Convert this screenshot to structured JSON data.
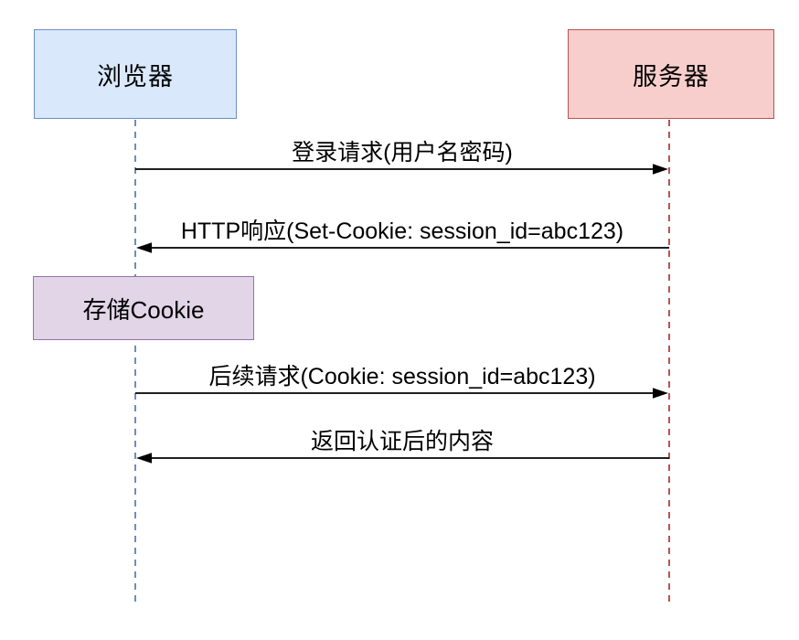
{
  "diagram": {
    "type": "sequence",
    "background_color": "#ffffff",
    "arrow_color": "#000000",
    "actors": [
      {
        "id": "browser",
        "label": "浏览器",
        "fill": "#dae8fc",
        "stroke": "#6c8ebf"
      },
      {
        "id": "server",
        "label": "服务器",
        "fill": "#f8cecc",
        "stroke": "#b85450"
      }
    ],
    "messages": [
      {
        "from": "browser",
        "to": "server",
        "direction": "right",
        "label": "登录请求(用户名密码)"
      },
      {
        "from": "server",
        "to": "browser",
        "direction": "left",
        "label": "HTTP响应(Set-Cookie: session_id=abc123)"
      },
      {
        "from": "browser",
        "to": "server",
        "direction": "right",
        "label": "后续请求(Cookie: session_id=abc123)"
      },
      {
        "from": "server",
        "to": "browser",
        "direction": "left",
        "label": "返回认证后的内容"
      }
    ],
    "note": {
      "on": "browser",
      "label": "存储Cookie",
      "fill": "#e1d5e7",
      "stroke": "#9673a6"
    }
  }
}
